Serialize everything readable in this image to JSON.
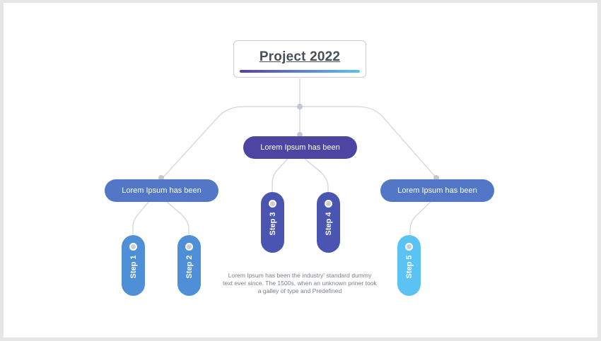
{
  "title": "Project 2022",
  "center_node": {
    "label": "Lorem Ipsum has been"
  },
  "left_node": {
    "label": "Lorem Ipsum has been"
  },
  "right_node": {
    "label": "Lorem Ipsum has been"
  },
  "steps": [
    {
      "label": "Step 1"
    },
    {
      "label": "Step 2"
    },
    {
      "label": "Step 3"
    },
    {
      "label": "Step 4"
    },
    {
      "label": "Step 5"
    }
  ],
  "description": "Lorem Ipsum has been the industry' standard dummy text ever since. The 1500s, when an unknown priner took a galley of type and Predefined",
  "colors": {
    "center_node": "#4e44a2",
    "side_nodes": "#5277c7",
    "steps_left": "#4f8fd7",
    "steps_center": "#4a55b2",
    "step_right": "#5ac3f4",
    "connector": "#c9ccd1"
  }
}
